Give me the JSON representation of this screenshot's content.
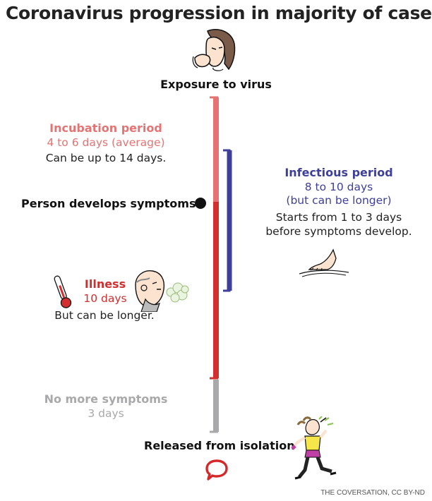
{
  "title": "Coronavirus progression in majority of cases",
  "exposure": "Exposure to virus",
  "incubation": {
    "heading": "Incubation period",
    "duration": "4 to 6 days (average)",
    "note": "Can be up to 14 days."
  },
  "symptoms_point": "Person develops symptoms",
  "infectious": {
    "heading": "Infectious period",
    "duration": "8 to 10 days",
    "qualifier": "(but can be longer)",
    "note_line1": "Starts from 1 to 3 days",
    "note_line2": "before symptoms develop."
  },
  "illness": {
    "heading": "Illness",
    "duration": "10 days",
    "note": "But can be longer."
  },
  "no_symptoms": {
    "heading": "No more symptoms",
    "duration": "3 days"
  },
  "released": "Released from isolation",
  "credit": "THE COVERSATION, CC BY-ND",
  "colors": {
    "incubation": "#e57373",
    "illness": "#d32f2f",
    "infectious": "#3d3f9a",
    "no_symptoms": "#a9a9ab",
    "logo": "#d62828"
  },
  "icons": [
    "sneezing-woman-icon",
    "thermometer-icon",
    "coughing-man-icon",
    "hand-on-surface-icon",
    "celebrating-woman-icon",
    "speech-bubble-logo-icon"
  ]
}
